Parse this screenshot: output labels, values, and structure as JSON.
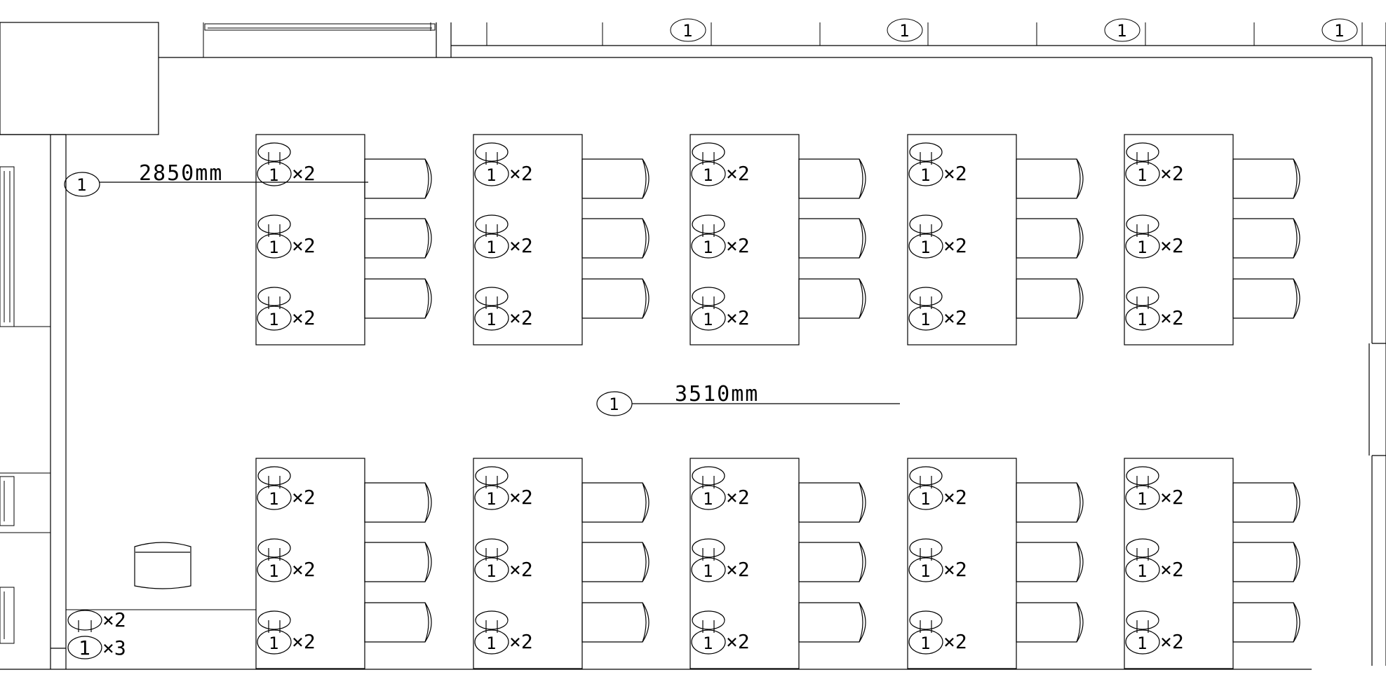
{
  "drawing": {
    "dimension_label_top": "2850mm",
    "dimension_label_middle": "3510mm",
    "callout_number": "1",
    "multiplier_label": "×2",
    "teacher_multiplier_top": "×2",
    "teacher_multiplier_bottom": "×3",
    "table_rows": 2,
    "table_columns": 5,
    "chairs_per_table": 3,
    "outlets_per_table": 3,
    "top_wall_callouts": [
      "1",
      "1",
      "1",
      "1"
    ]
  }
}
